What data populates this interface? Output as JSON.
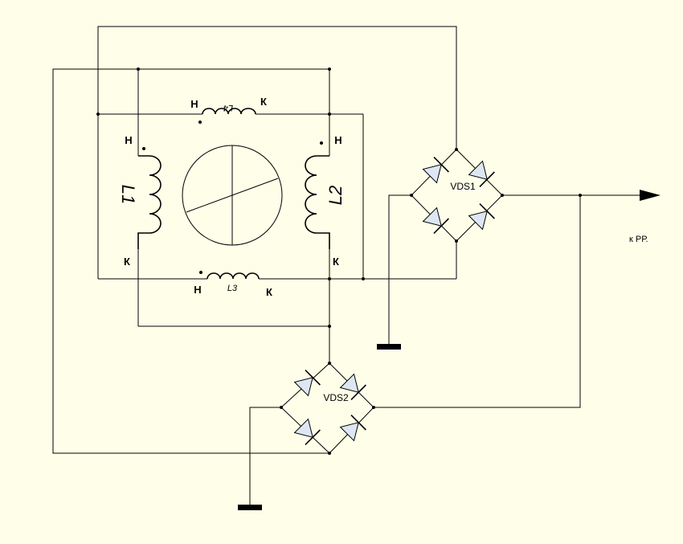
{
  "colors": {
    "background": "#ffffe9",
    "ink": "#000000",
    "diode_fill": "#dde7f3"
  },
  "windings": {
    "L1": {
      "name": "L1",
      "start": "Н",
      "end": "К"
    },
    "L2": {
      "name": "L2",
      "start": "Н",
      "end": "К"
    },
    "L3": {
      "name": "L3",
      "start": "Н",
      "end": "К"
    },
    "L4": {
      "name": "L4",
      "start": "Н",
      "end": "К"
    }
  },
  "bridges": {
    "vds1": "VDS1",
    "vds2": "VDS2"
  },
  "output_label": "к РР."
}
